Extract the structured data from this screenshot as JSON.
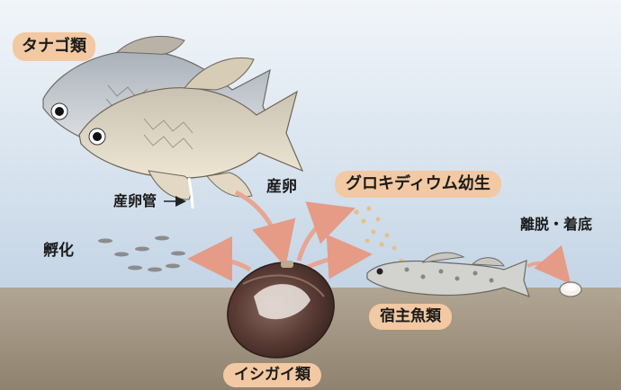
{
  "labels": {
    "tanago": "タナゴ類",
    "glochidium": "グロキディウム幼生",
    "ovipositor": "産卵管",
    "spawning": "産卵",
    "hatching": "孵化",
    "detach": "離脱・着底",
    "host_fish": "宿主魚類",
    "mussel": "イシガイ類"
  },
  "colors": {
    "water_top": "#eaf1f7",
    "water_bottom": "#c5d6e6",
    "sediment": "#a39684",
    "label_pill": "#f2c9a2",
    "arrow": "#e8a591"
  }
}
